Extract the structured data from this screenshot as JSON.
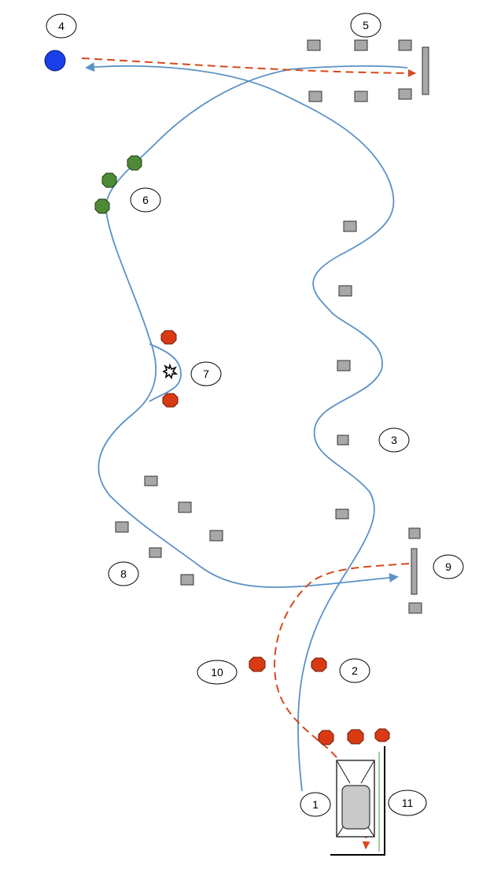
{
  "labels": [
    "1",
    "2",
    "3",
    "4",
    "5",
    "6",
    "7",
    "8",
    "9",
    "10",
    "11"
  ],
  "colors": {
    "path": "#5a92c6",
    "dashed": "#d64a1c",
    "red_marker": "#d93a14",
    "green_marker": "#4f8a36",
    "blue_marker": "#1a3ee8",
    "box": "#a8a8a8",
    "car": "#c9c9c9",
    "guide_line": "#7fbf7f"
  },
  "icons": {
    "star": "star-burst-icon",
    "blue_circle": "blue-circle-marker",
    "car": "car-top-view-icon"
  }
}
